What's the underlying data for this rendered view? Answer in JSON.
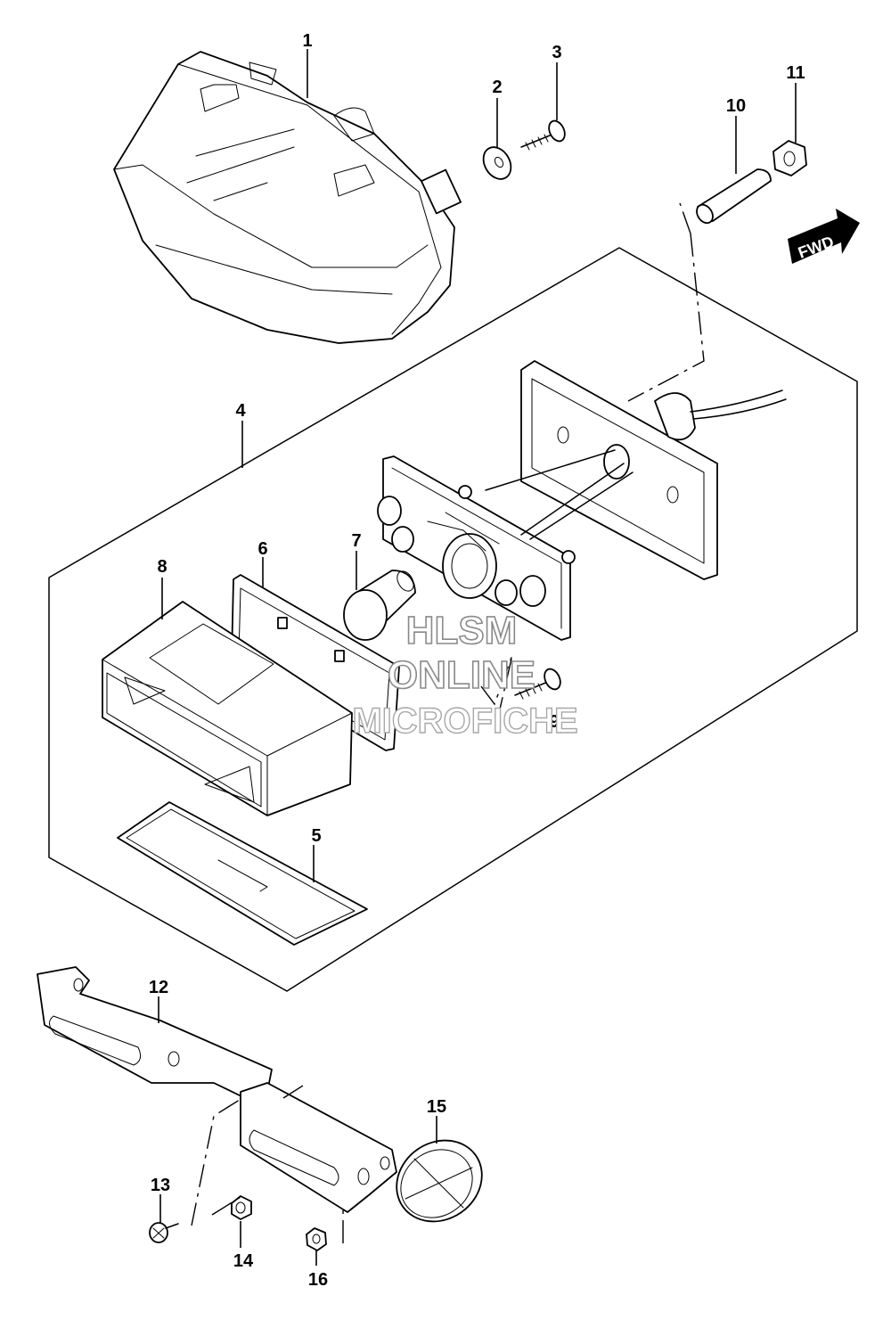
{
  "diagram": {
    "callouts": [
      "1",
      "2",
      "3",
      "4",
      "5",
      "6",
      "7",
      "8",
      "9",
      "10",
      "11",
      "12",
      "13",
      "14",
      "15",
      "16"
    ],
    "direction_label": "FWD",
    "watermark": [
      "HLSM",
      "ONLINE",
      "MICROFICHE"
    ]
  }
}
